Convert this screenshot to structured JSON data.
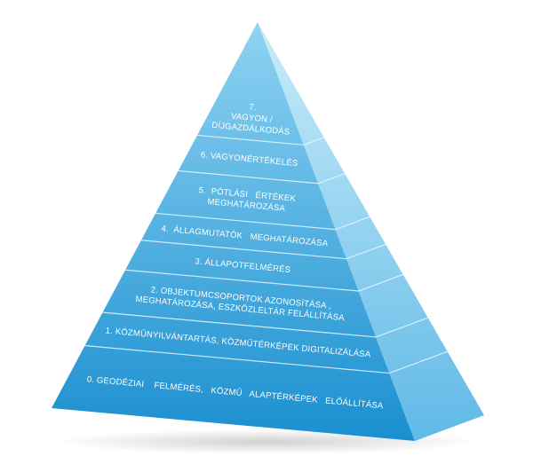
{
  "levels": [
    {
      "label_lines": [
        "7.",
        "VAGYON /",
        "DÍJGAZDÁLKODÁS"
      ]
    },
    {
      "label_lines": [
        "6. VAGYONÉRTÉKELÉS"
      ]
    },
    {
      "label_lines": [
        "5.  PÓTLÁSI   ÉRTÉKEK",
        "MEGHATÁROZÁSA"
      ]
    },
    {
      "label_lines": [
        "4.  ÁLLAGMUTATÓK   MEGHATÁROZÁSA"
      ]
    },
    {
      "label_lines": [
        "3. ÁLLAPOTFELMÉRÉS"
      ]
    },
    {
      "label_lines": [
        "2. OBJEKTUMCSOPORTOK AZONOSÍTÁSA ,",
        "MEGHATÁROZÁSA, ESZKÖZLELTÁR FELÁLLÍTÁSA"
      ]
    },
    {
      "label_lines": [
        "1. KÖZMŰNYILVÁNTARTÁS, KÖZMŰTÉRKÉPEK DIGITALIZÁLÁSA"
      ]
    },
    {
      "label_lines": [
        "0. GEODÉZIAI    FELMÉRÉS,   KÖZMŰ   ALAPTÉRKÉPEK   ELŐÁLLÍTÁSA"
      ]
    }
  ],
  "colors": {
    "front_top": "#8fd3f2",
    "front_bottom": "#1a8fd0",
    "side_top": "#c9ecfa",
    "side_bottom": "#5fb9e6",
    "divider": "#e8f6fd",
    "text": "#ffffff"
  }
}
